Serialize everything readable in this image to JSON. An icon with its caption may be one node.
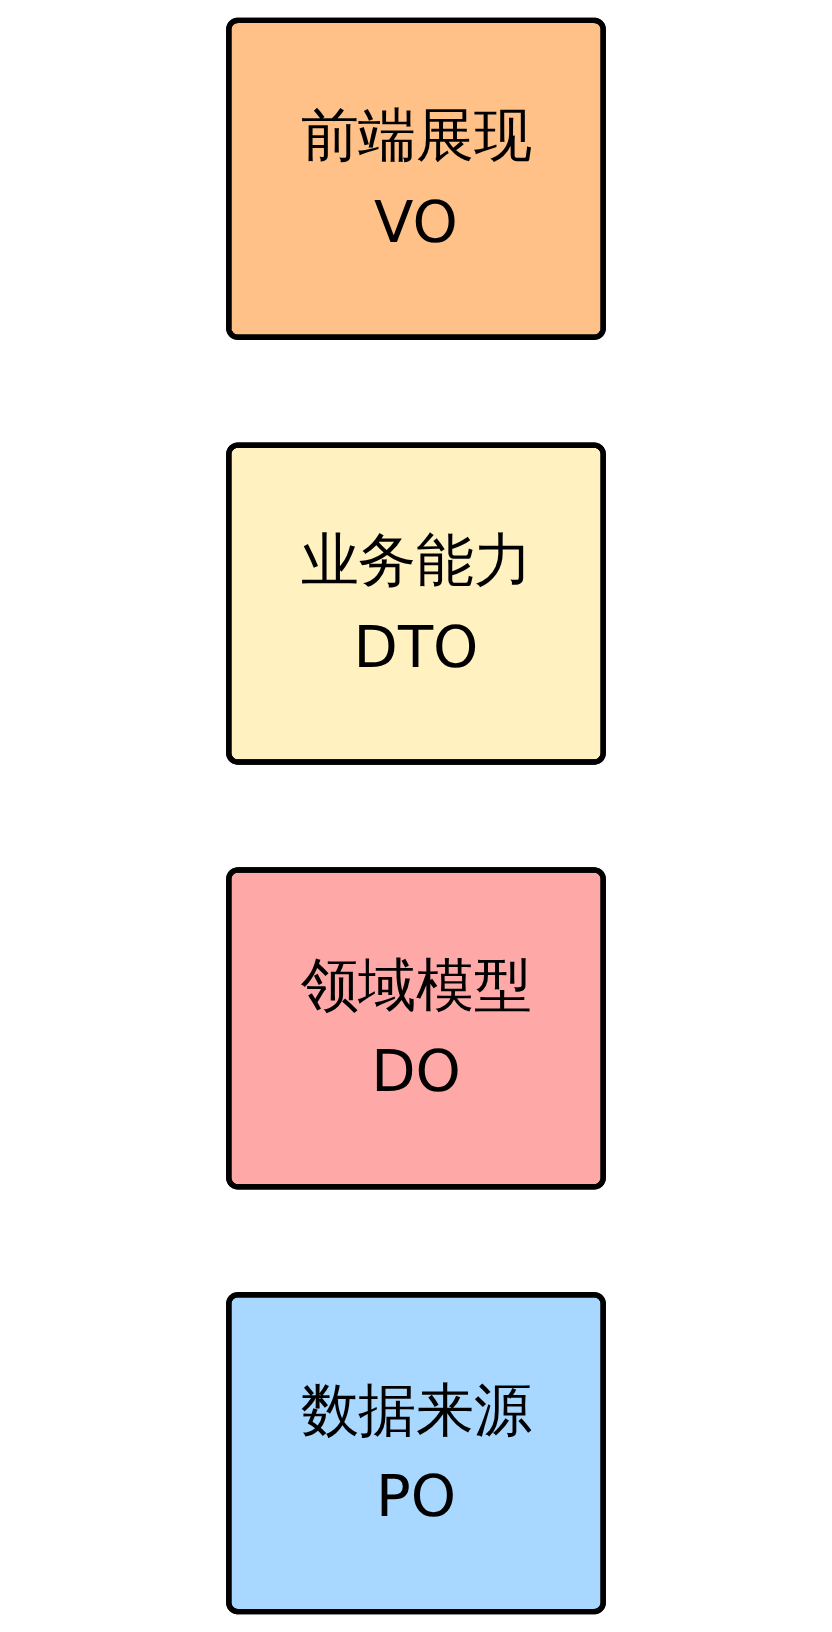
{
  "diagram": {
    "nodes": [
      {
        "text": [
          "前端展现",
          "VO"
        ]
      },
      {
        "text": [
          "业务能力",
          "DTO"
        ]
      },
      {
        "text": [
          "领域模型",
          "DO"
        ]
      },
      {
        "text": [
          "数据来源",
          "PO"
        ]
      }
    ]
  }
}
